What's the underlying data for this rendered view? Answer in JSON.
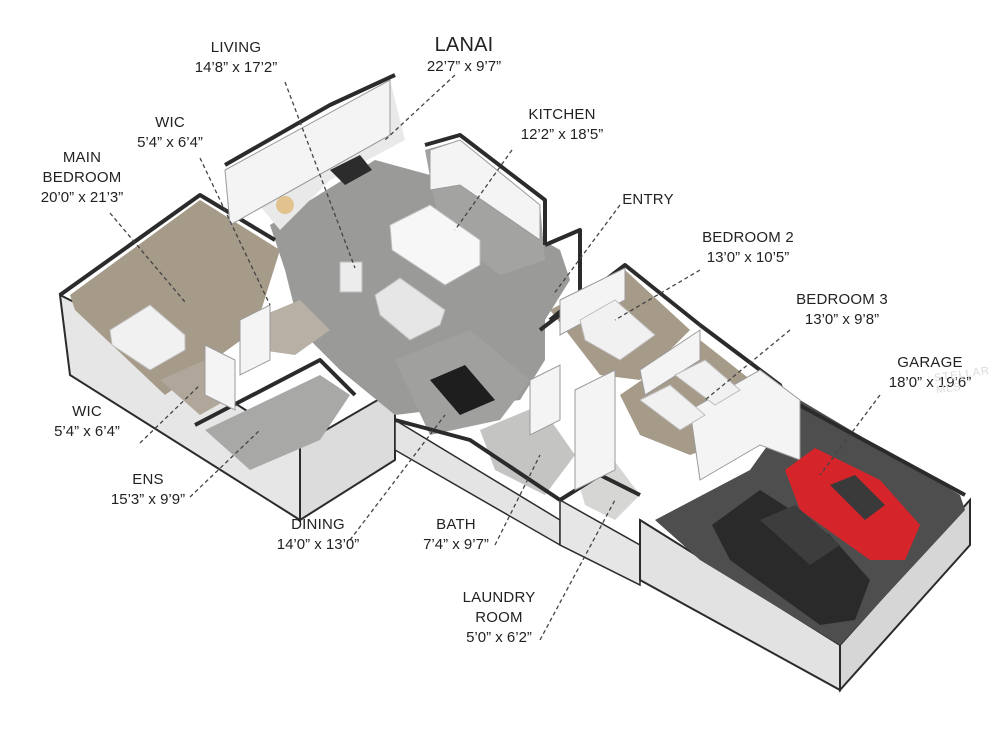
{
  "rooms": {
    "living": {
      "name": "LIVING",
      "dims": "14’8” x 17’2”"
    },
    "lanai": {
      "name": "LANAI",
      "dims": "22’7” x 9’7”"
    },
    "wic1": {
      "name": "WIC",
      "dims": "5’4” x 6’4”"
    },
    "kitchen": {
      "name": "KITCHEN",
      "dims": "12’2” x 18’5”"
    },
    "main": {
      "name1": "MAIN",
      "name2": "BEDROOM",
      "dims": "20’0” x 21’3”"
    },
    "entry": {
      "name": "ENTRY"
    },
    "bedroom2": {
      "name": "BEDROOM 2",
      "dims": "13’0” x 10’5”"
    },
    "bedroom3": {
      "name": "BEDROOM 3",
      "dims": "13’0” x 9’8”"
    },
    "garage": {
      "name": "GARAGE",
      "dims": "18’0” x 19’6”"
    },
    "wic2": {
      "name": "WIC",
      "dims": "5’4” x 6’4”"
    },
    "ens": {
      "name": "ENS",
      "dims": "15’3” x 9’9”"
    },
    "dining": {
      "name": "DINING",
      "dims": "14’0” x 13’0”"
    },
    "bath": {
      "name": "BATH",
      "dims": "7’4” x 9’7”"
    },
    "laundry": {
      "name1": "LAUNDRY",
      "name2": "ROOM",
      "dims": "5’0” x 6’2”"
    }
  },
  "watermark": "STELLAR MLS",
  "colors": {
    "floor_wood": "#a69a89",
    "floor_tile": "#9a9a98",
    "wall": "#f2f2f2",
    "wall_top": "#2b2b2b",
    "car_red": "#d6242b",
    "car_black": "#2a2a2a"
  }
}
